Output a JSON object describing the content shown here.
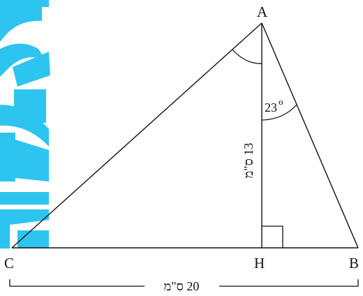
{
  "diagram": {
    "vertices": {
      "A": "A",
      "B": "B",
      "C": "C",
      "H": "H"
    },
    "angle_label": "23",
    "degree_symbol": "o",
    "height_label": "13 ס\"מ",
    "base_label": "20 ס\"מ"
  },
  "colors": {
    "line": "#111111",
    "watermark": "#2ec4f0"
  }
}
